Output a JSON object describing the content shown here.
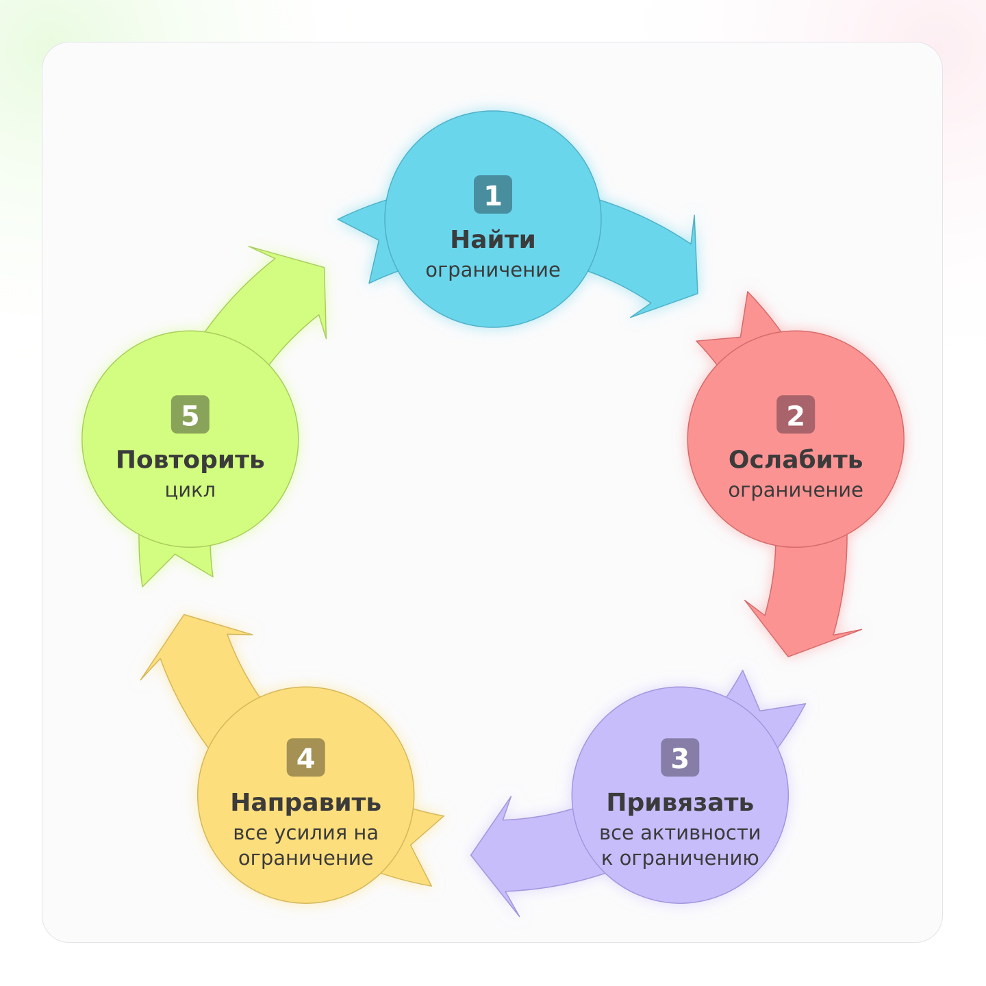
{
  "steps": [
    {
      "number": "1",
      "title": "Найти",
      "subtitle_lines": [
        "ограничение"
      ],
      "color": "#6ad6ec",
      "stroke": "#4fb0c6",
      "badge": "#4a8e9e"
    },
    {
      "number": "2",
      "title": "Ослабить",
      "subtitle_lines": [
        "ограничение"
      ],
      "color": "#fb9393",
      "stroke": "#d56b6b",
      "badge": "#a9636a"
    },
    {
      "number": "3",
      "title": "Привязать",
      "subtitle_lines": [
        "все активности",
        "к ограничению"
      ],
      "color": "#c8bdfb",
      "stroke": "#a396dc",
      "badge": "#877ea8"
    },
    {
      "number": "4",
      "title": "Направить",
      "subtitle_lines": [
        "все усилия на",
        "ограничение"
      ],
      "color": "#fcde7b",
      "stroke": "#d5b75c",
      "badge": "#a49152"
    },
    {
      "number": "5",
      "title": "Повторить",
      "subtitle_lines": [
        "цикл"
      ],
      "color": "#d3fd80",
      "stroke": "#a9cd5e",
      "badge": "#8aa35a"
    }
  ],
  "text_color": "#3a3a3a"
}
